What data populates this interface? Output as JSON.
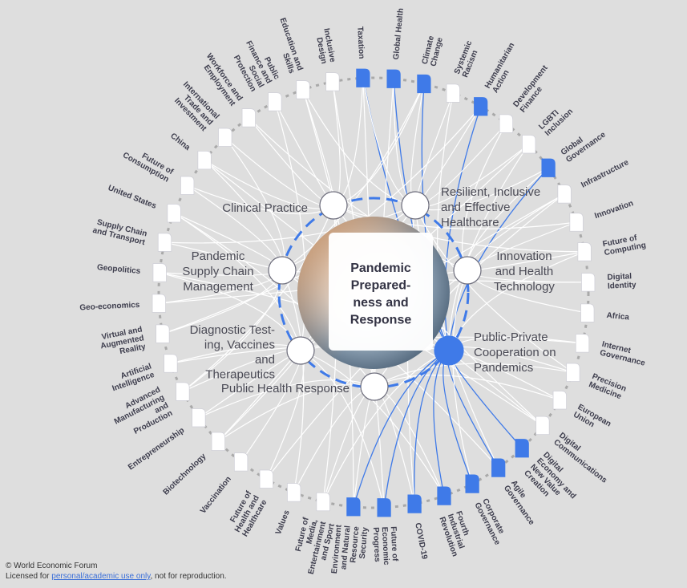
{
  "center": {
    "title_lines": [
      "Pandemic",
      "Prepared-",
      "ness and",
      "Response"
    ]
  },
  "colors": {
    "background": "#dedede",
    "accent": "#3f7ae8",
    "node_white": "#ffffff",
    "label": "#3d3d4d"
  },
  "key_issues": [
    {
      "lines": [
        "Clinical Practice"
      ],
      "highlighted": false
    },
    {
      "lines": [
        "Resilient, Inclusive",
        "and Effective",
        "Healthcare"
      ],
      "highlighted": false
    },
    {
      "lines": [
        "Innovation",
        "and Health",
        "Technology"
      ],
      "highlighted": false
    },
    {
      "lines": [
        "Public-Private",
        "Cooperation on",
        "Pandemics"
      ],
      "highlighted": true
    },
    {
      "lines": [
        "Public Health Response"
      ],
      "highlighted": false
    },
    {
      "lines": [
        "Diagnostic Test-",
        "ing, Vaccines",
        "and",
        "Therapeutics"
      ],
      "highlighted": false
    },
    {
      "lines": [
        "Pandemic",
        "Supply Chain",
        "Management"
      ],
      "highlighted": false
    }
  ],
  "related_topics": [
    {
      "label": "Taxation",
      "highlighted": true
    },
    {
      "label": "Global Health",
      "highlighted": true
    },
    {
      "label": "Climate Change",
      "highlighted": true
    },
    {
      "label": "Systemic Racism",
      "highlighted": false
    },
    {
      "label": "Humanitarian Action",
      "highlighted": true
    },
    {
      "label": "Development Finance",
      "highlighted": false
    },
    {
      "label": "LGBTI Inclusion",
      "highlighted": false
    },
    {
      "label": "Global Governance",
      "highlighted": true
    },
    {
      "label": "Infrastructure",
      "highlighted": false
    },
    {
      "label": "Innovation",
      "highlighted": false
    },
    {
      "label": "Future of Computing",
      "highlighted": false
    },
    {
      "label": "Digital Identity",
      "highlighted": false
    },
    {
      "label": "Africa",
      "highlighted": false
    },
    {
      "label": "Internet Governance",
      "highlighted": false
    },
    {
      "label": "Precision Medicine",
      "highlighted": false
    },
    {
      "label": "European Union",
      "highlighted": false
    },
    {
      "label": "Digital Communications",
      "highlighted": false
    },
    {
      "label": "Digital Economy and New Value Creation",
      "highlighted": true
    },
    {
      "label": "Agile Governance",
      "highlighted": true
    },
    {
      "label": "Corporate Governance",
      "highlighted": true
    },
    {
      "label": "Fourth Industrial Revolution",
      "highlighted": true
    },
    {
      "label": "COVID-19",
      "highlighted": true
    },
    {
      "label": "Future of Economic Progress",
      "highlighted": true
    },
    {
      "label": "Environment and Natural Resource Security",
      "highlighted": true
    },
    {
      "label": "Future of Media, Entertainment and Sport",
      "highlighted": false
    },
    {
      "label": "Values",
      "highlighted": false
    },
    {
      "label": "Future of Health and Healthcare",
      "highlighted": false
    },
    {
      "label": "Vaccination",
      "highlighted": false
    },
    {
      "label": "Biotechnology",
      "highlighted": false
    },
    {
      "label": "Entrepreneurship",
      "highlighted": false
    },
    {
      "label": "Advanced Manufacturing and Production",
      "highlighted": false
    },
    {
      "label": "Artificial Intelligence",
      "highlighted": false
    },
    {
      "label": "Virtual and Augmented Reality",
      "highlighted": false
    },
    {
      "label": "Geo-economics",
      "highlighted": false
    },
    {
      "label": "Geopolitics",
      "highlighted": false
    },
    {
      "label": "Supply Chain and Transport",
      "highlighted": false
    },
    {
      "label": "United States",
      "highlighted": false
    },
    {
      "label": "Future of Consumption",
      "highlighted": false
    },
    {
      "label": "China",
      "highlighted": false
    },
    {
      "label": "International Trade and Investment",
      "highlighted": false
    },
    {
      "label": "Workforce and Employment",
      "highlighted": false
    },
    {
      "label": "Public Finance and Social Protection",
      "highlighted": false
    },
    {
      "label": "Education and Skills",
      "highlighted": false
    },
    {
      "label": "Inclusive Design",
      "highlighted": false
    }
  ],
  "footer": {
    "copyright": "© World Economic Forum",
    "license_prefix": "Licensed for ",
    "license_link": "personal/academic use only",
    "license_suffix": ", not for reproduction."
  }
}
